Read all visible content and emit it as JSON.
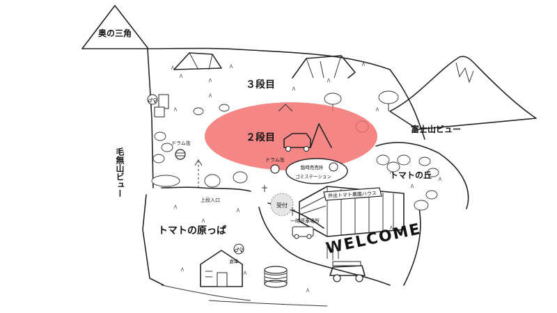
{
  "labels": {
    "oku_sankaku": "奥の三角",
    "dan3": "３段目",
    "dan2": "２段目",
    "fuji_view": "富士山ビュー",
    "kenashi_view": "毛無山ビュー",
    "tomato_oka": "トマトの丘",
    "tomato_harappa": "トマトの原っぱ",
    "drum_can_left": "ドラム缶",
    "drum_can_center": "ドラム缶",
    "rinji_baiten": "臨時売売所",
    "gomi_station": "ゴミステーション",
    "greenhouse": "井出トマト農園ハウス",
    "joudan_iriguchi": "上段入口",
    "uketsuke": "受付",
    "ichiji_parking": "一時停車場所",
    "welcome": "WELCOME",
    "souko": "倉庫"
  },
  "highlight": {
    "color": "#f26b6b",
    "opacity": 0.82,
    "target": "２段目"
  },
  "colors": {
    "ink": "#222222",
    "background": "#ffffff"
  }
}
